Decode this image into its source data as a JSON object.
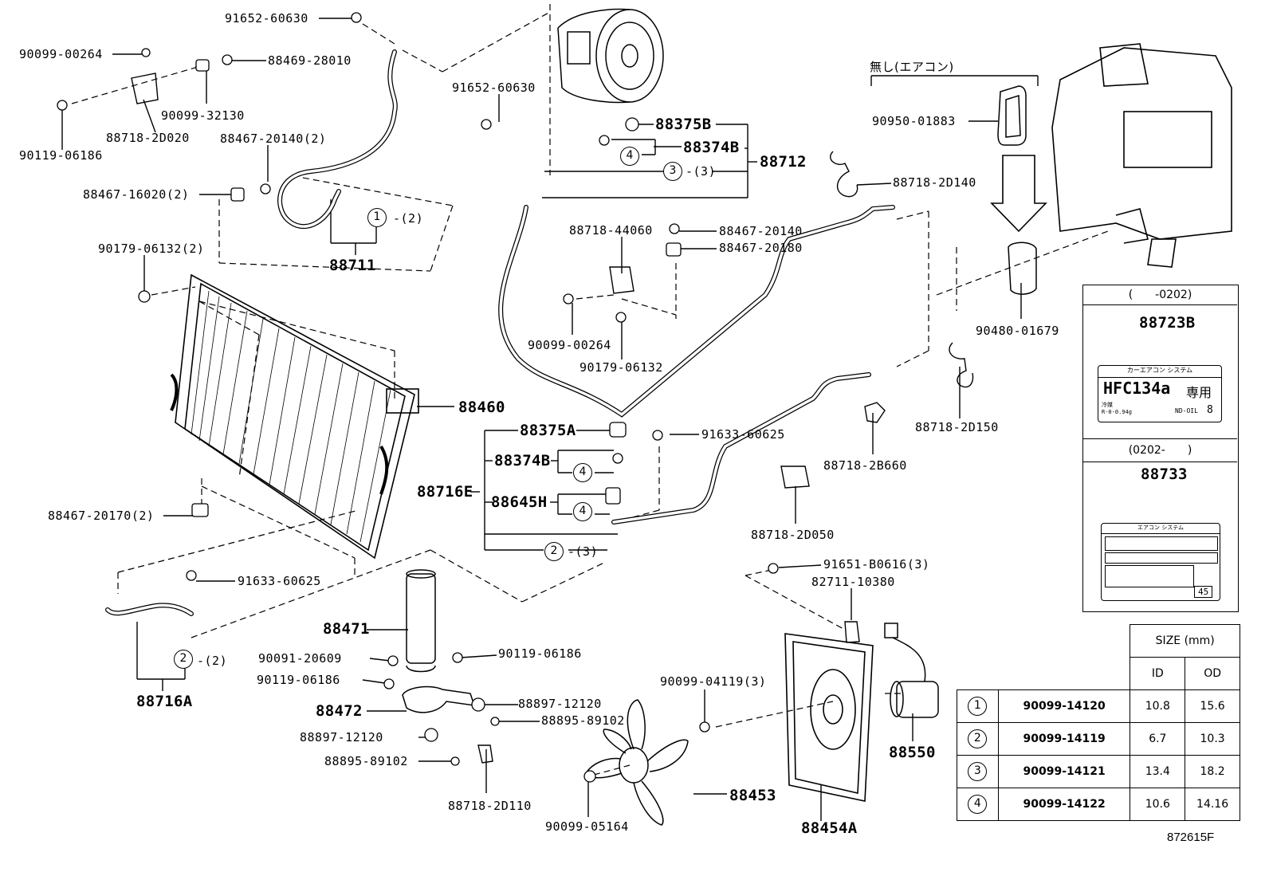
{
  "diagram_id": "872615F",
  "labels": [
    {
      "id": "91652-60630-top",
      "text": "91652-60630"
    },
    {
      "id": "90099-00264-top",
      "text": "90099-00264"
    },
    {
      "id": "88469-28010",
      "text": "88469-28010"
    },
    {
      "id": "90099-32130",
      "text": "90099-32130"
    },
    {
      "id": "88718-2D020",
      "text": "88718-2D020"
    },
    {
      "id": "90119-06186-top",
      "text": "90119-06186"
    },
    {
      "id": "88467-20140-2",
      "text": "88467-20140(2)"
    },
    {
      "id": "88467-16020-2",
      "text": "88467-16020(2)"
    },
    {
      "id": "90179-06132-2",
      "text": "90179-06132(2)"
    },
    {
      "id": "88467-20170-2",
      "text": "88467-20170(2)"
    },
    {
      "id": "91633-60625-left",
      "text": "91633-60625"
    },
    {
      "id": "91652-60630-mid",
      "text": "91652-60630"
    },
    {
      "id": "88718-44060",
      "text": "88718-44060"
    },
    {
      "id": "88467-20140",
      "text": "88467-20140"
    },
    {
      "id": "88467-20180",
      "text": "88467-20180"
    },
    {
      "id": "90099-00264-mid",
      "text": "90099-00264"
    },
    {
      "id": "90179-06132",
      "text": "90179-06132"
    },
    {
      "id": "91633-60625-mid",
      "text": "91633-60625"
    },
    {
      "id": "90091-20609",
      "text": "90091-20609"
    },
    {
      "id": "90119-06186-low",
      "text": "90119-06186"
    },
    {
      "id": "90119-06186-right",
      "text": "90119-06186"
    },
    {
      "id": "88897-12120-a",
      "text": "88897-12120"
    },
    {
      "id": "88895-89102-a",
      "text": "88895-89102"
    },
    {
      "id": "88897-12120-b",
      "text": "88897-12120"
    },
    {
      "id": "88895-89102-b",
      "text": "88895-89102"
    },
    {
      "id": "88718-2D110",
      "text": "88718-2D110"
    },
    {
      "id": "90099-04119-3",
      "text": "90099-04119(3)"
    },
    {
      "id": "90099-05164",
      "text": "90099-05164"
    },
    {
      "id": "88718-2D140",
      "text": "88718-2D140"
    },
    {
      "id": "88718-2D150",
      "text": "88718-2D150"
    },
    {
      "id": "88718-2B660",
      "text": "88718-2B660"
    },
    {
      "id": "88718-2D050",
      "text": "88718-2D050"
    },
    {
      "id": "91651-B0616-3",
      "text": "91651-B0616(3)"
    },
    {
      "id": "82711-10380",
      "text": "82711-10380"
    },
    {
      "id": "90950-01883",
      "text": "90950-01883"
    },
    {
      "id": "90480-01679",
      "text": "90480-01679"
    },
    {
      "id": "no-aircon",
      "text": "無し(エアコン)"
    },
    {
      "id": "qty-2a",
      "text": "-(2)"
    },
    {
      "id": "qty-3a",
      "text": "-(3)"
    },
    {
      "id": "qty-3b",
      "text": "-(3)"
    },
    {
      "id": "qty-2b",
      "text": "-(2)"
    }
  ],
  "big_labels": [
    {
      "id": "88711",
      "text": "88711"
    },
    {
      "id": "88375B",
      "text": "88375B"
    },
    {
      "id": "88374B",
      "text": "88374B"
    },
    {
      "id": "88712",
      "text": "88712"
    },
    {
      "id": "88460",
      "text": "88460"
    },
    {
      "id": "88375A",
      "text": "88375A"
    },
    {
      "id": "88374B-b",
      "text": "88374B"
    },
    {
      "id": "88716E",
      "text": "88716E"
    },
    {
      "id": "88645H",
      "text": "88645H"
    },
    {
      "id": "88471",
      "text": "88471"
    },
    {
      "id": "88472",
      "text": "88472"
    },
    {
      "id": "88716A",
      "text": "88716A"
    },
    {
      "id": "88453",
      "text": "88453"
    },
    {
      "id": "88454A",
      "text": "88454A"
    },
    {
      "id": "88550",
      "text": "88550"
    }
  ],
  "circles": [
    {
      "id": "c1",
      "text": "1"
    },
    {
      "id": "c4a",
      "text": "4"
    },
    {
      "id": "c3",
      "text": "3"
    },
    {
      "id": "c4b",
      "text": "4"
    },
    {
      "id": "c4c",
      "text": "4"
    },
    {
      "id": "c2a",
      "text": "2"
    },
    {
      "id": "c2b",
      "text": "2"
    }
  ],
  "label_panel": {
    "range_top": "(　　-0202)",
    "part_top": "88723B",
    "sticker_top": {
      "header": "カーエアコン システム",
      "main": "HFC134a",
      "kanji": "専用",
      "foot_left": "冷媒",
      "foot_left2": "R-0-0.94g",
      "foot_right": "ND-OIL",
      "foot_num": "8"
    },
    "range_bottom": "(0202-　　)",
    "part_bottom": "88733",
    "sticker_bottom": {
      "header": "エアコン システム",
      "num": "45"
    }
  },
  "size_table": {
    "header": "SIZE (mm)",
    "col_id": "ID",
    "col_od": "OD",
    "rows": [
      {
        "n": "1",
        "part": "90099-14120",
        "id": "10.8",
        "od": "15.6"
      },
      {
        "n": "2",
        "part": "90099-14119",
        "id": "6.7",
        "od": "10.3"
      },
      {
        "n": "3",
        "part": "90099-14121",
        "id": "13.4",
        "od": "18.2"
      },
      {
        "n": "4",
        "part": "90099-14122",
        "id": "10.6",
        "od": "14.16"
      }
    ]
  }
}
